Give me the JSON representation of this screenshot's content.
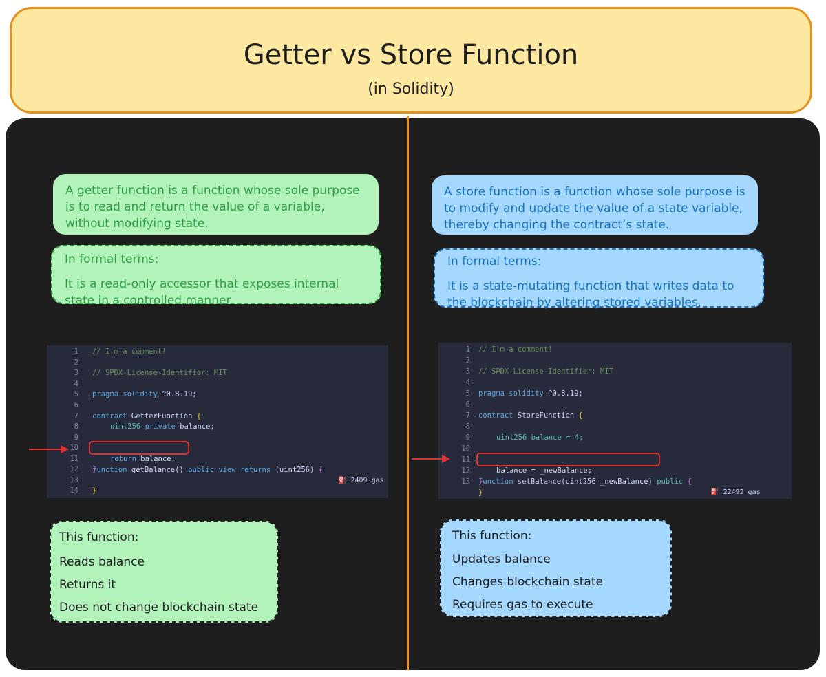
{
  "title": "Getter vs Store Function",
  "subtitle": "(in Solidity)",
  "getter": {
    "definition": "A getter function is a function whose sole purpose is to read and return the value of a variable, without modifying state.",
    "formal_heading": "In formal terms:",
    "formal_text": "It is a read-only accessor that exposes internal state in a controlled manner.",
    "code": {
      "line_numbers": [
        "1",
        "2",
        "3",
        "4",
        "5",
        "6",
        "7",
        "8",
        "9",
        "10",
        "11",
        "12",
        "13",
        "14"
      ],
      "comment_1": "// I'm a comment!",
      "comment_2": "// SPDX-License-Identifier: MIT",
      "pragma_kw": "pragma solidity",
      "pragma_ver": "^0.8.19;",
      "contract_kw": "contract",
      "contract_name": "GetterFunction",
      "var_type": "uint256",
      "var_vis": "private",
      "var_name": "balance;",
      "fn_kw": "function",
      "fn_name": "getBalance()",
      "fn_mods": "public view returns",
      "fn_ret": "(uint256)",
      "ret_kw": "return",
      "ret_val": "balance;",
      "gas": "2409 gas"
    },
    "summary_heading": "This function:",
    "summary_items": [
      "Reads balance",
      "Returns it",
      "Does not change blockchain state"
    ]
  },
  "store": {
    "definition": "A store function is a function whose sole purpose is to modify and update the value of a state variable, thereby changing the contract’s state.",
    "formal_heading": "In formal terms:",
    "formal_text": "It is a state-mutating function that writes data to the blockchain by altering stored variables.",
    "code": {
      "line_numbers": [
        "1",
        "2",
        "3",
        "4",
        "5",
        "6",
        "7",
        "8",
        "9",
        "10",
        "11",
        "12",
        "13"
      ],
      "comment_1": "// I'm a comment!",
      "comment_2": "// SPDX-License-Identifier: MIT",
      "pragma_kw": "pragma solidity",
      "pragma_ver": "^0.8.19;",
      "contract_kw": "contract",
      "contract_name": "StoreFunction",
      "var_stmt": "uint256 balance = 4;",
      "fn_kw": "function",
      "fn_sig": "setBalance(uint256 _newBalance)",
      "fn_mods": "public",
      "assign": "balance = _newBalance;",
      "gas": "22492 gas"
    },
    "summary_heading": "This function:",
    "summary_items": [
      "Updates balance",
      "Changes blockchain state",
      "Requires gas to execute"
    ]
  },
  "colors": {
    "banner_fill": "#fde8a1",
    "banner_border": "#e8901c",
    "panel_bg": "#1e1e1e",
    "getter_fill": "#b2f2bb",
    "getter_text": "#2f9e44",
    "store_fill": "#a5d8ff",
    "store_text": "#1971c2",
    "highlight_red": "#e03131"
  },
  "icons": [
    "gas-pump-icon",
    "red-arrow-icon"
  ]
}
